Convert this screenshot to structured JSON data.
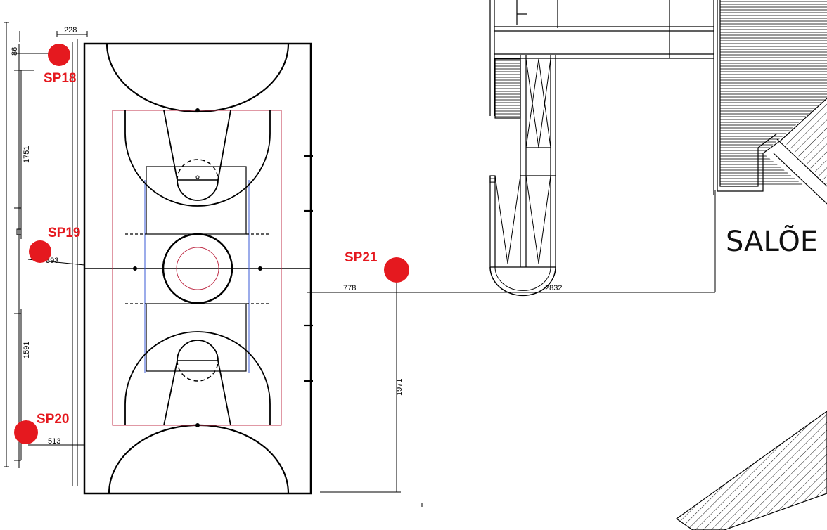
{
  "colors": {
    "marker": "#e5191f",
    "line": "#000000",
    "court_red": "#c0304a",
    "court_blue": "#3a5ad6"
  },
  "markers": [
    {
      "id": "SP18",
      "label": "SP18"
    },
    {
      "id": "SP19",
      "label": "SP19"
    },
    {
      "id": "SP20",
      "label": "SP20"
    },
    {
      "id": "SP21",
      "label": "SP21"
    }
  ],
  "dimensions": {
    "d228": "228",
    "d86": "86",
    "d1751": "1751",
    "d393": "393",
    "d1591": "1591",
    "d513": "513",
    "d778": "778",
    "d1971": "1971",
    "d2832": "2832"
  },
  "room_label": "SALÕE"
}
